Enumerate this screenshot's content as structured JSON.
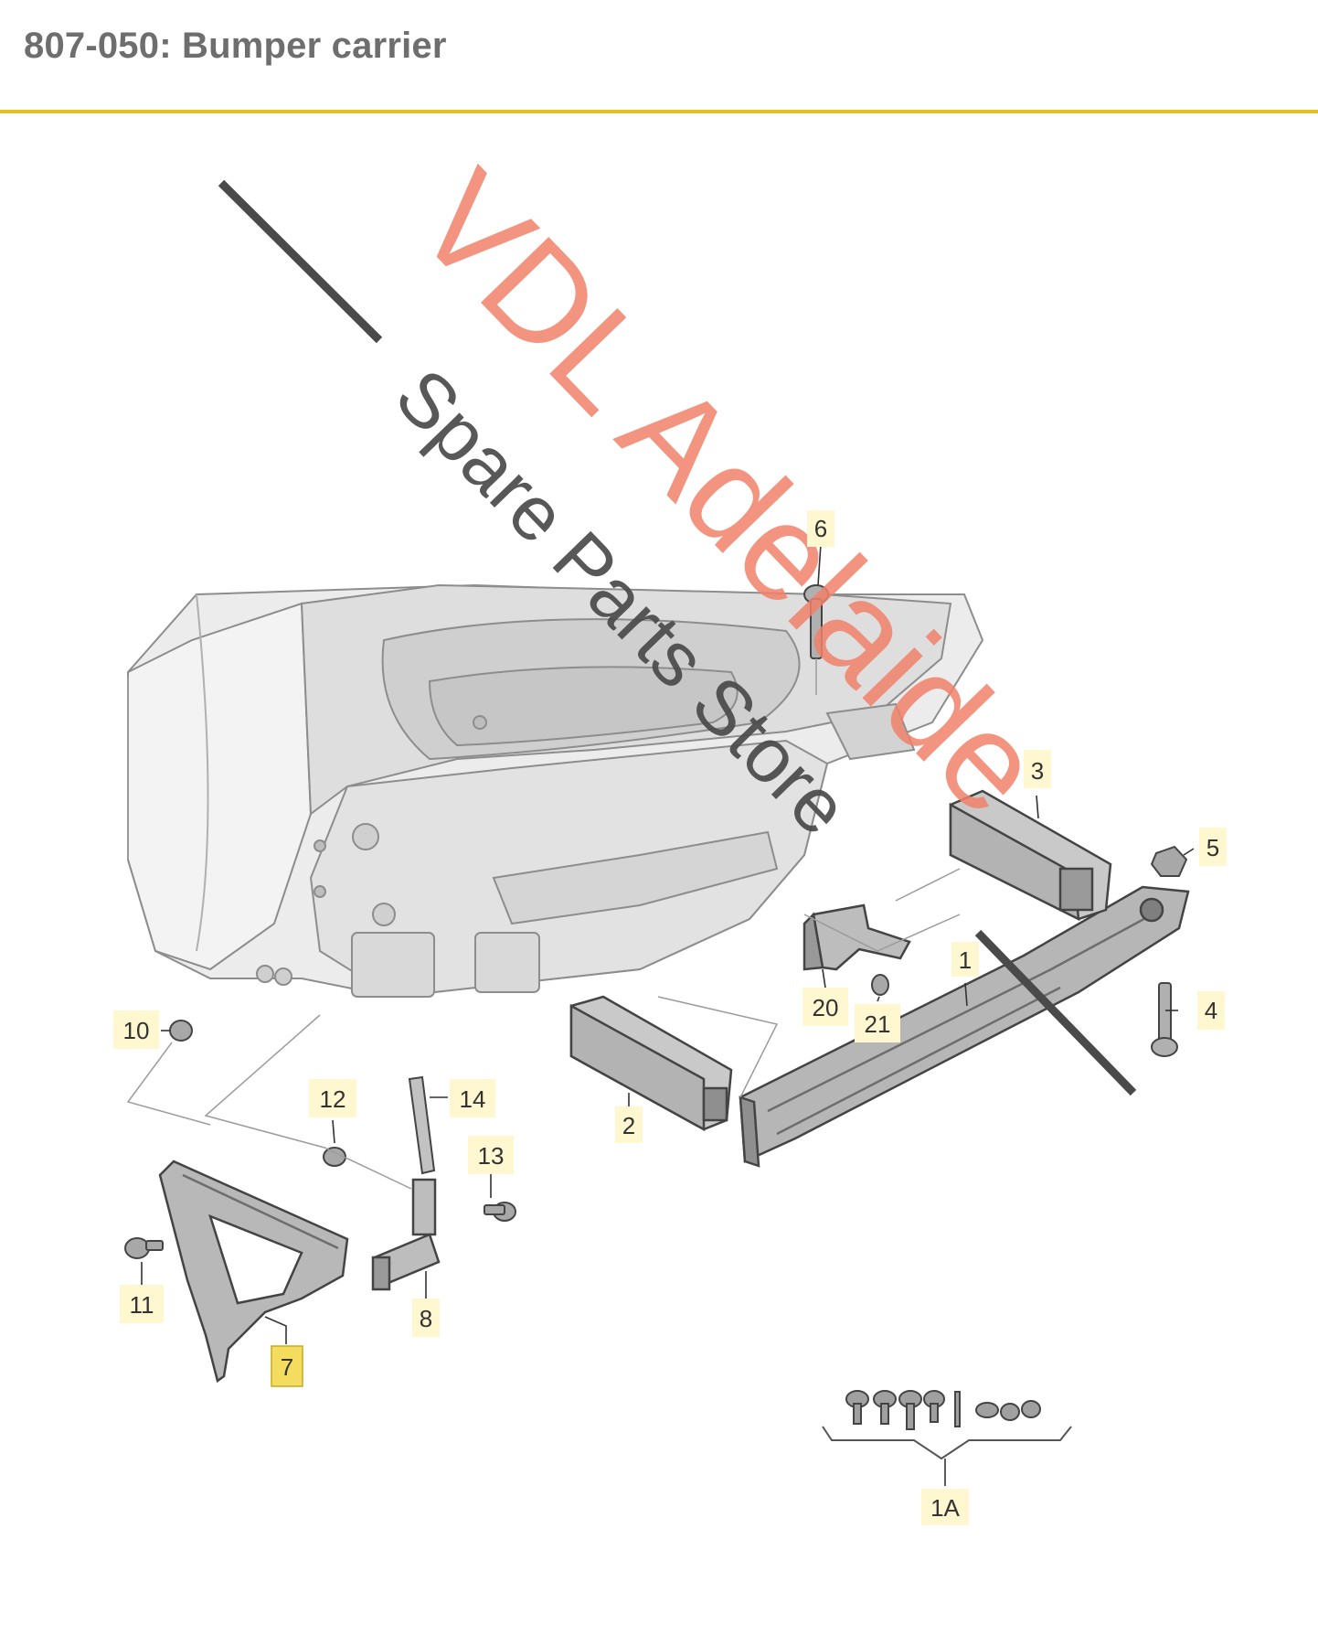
{
  "header": {
    "title": "807-050: Bumper carrier"
  },
  "colors": {
    "accent_rule": "#e2bf2c",
    "title_text": "#6e6e6e",
    "watermark_orange": "#f0826a",
    "watermark_dark": "#4a4a4a",
    "callout_box": "#fff7cf",
    "callout_highlight": "#f4dc5e"
  },
  "watermark": {
    "line1": "VDL Adelaide",
    "line2": "Spare Parts Store"
  },
  "callouts": [
    {
      "id": "c1",
      "label": "1"
    },
    {
      "id": "c1a",
      "label": "1A"
    },
    {
      "id": "c2",
      "label": "2"
    },
    {
      "id": "c3",
      "label": "3"
    },
    {
      "id": "c4",
      "label": "4"
    },
    {
      "id": "c5",
      "label": "5"
    },
    {
      "id": "c6",
      "label": "6"
    },
    {
      "id": "c7",
      "label": "7",
      "highlighted": true
    },
    {
      "id": "c8",
      "label": "8"
    },
    {
      "id": "c10",
      "label": "10"
    },
    {
      "id": "c11",
      "label": "11"
    },
    {
      "id": "c12",
      "label": "12"
    },
    {
      "id": "c13",
      "label": "13"
    },
    {
      "id": "c14",
      "label": "14"
    },
    {
      "id": "c20",
      "label": "20"
    },
    {
      "id": "c21",
      "label": "21"
    }
  ]
}
